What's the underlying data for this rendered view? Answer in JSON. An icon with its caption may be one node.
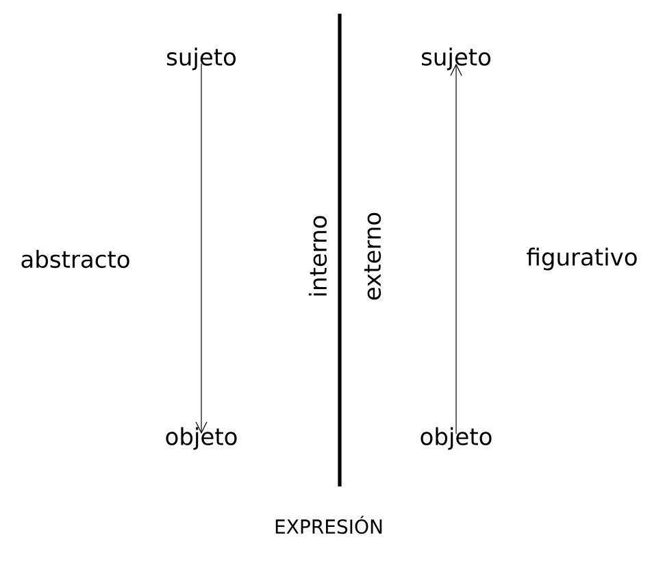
{
  "diagram": {
    "nodes": [
      {
        "text": [
          "sujeto"
        ]
      },
      {
        "text": [
          "objeto"
        ]
      },
      {
        "text": [
          "sujeto"
        ]
      },
      {
        "text": [
          "objeto"
        ]
      }
    ],
    "edges": [
      {
        "from": 0,
        "to": 1,
        "arrow": "to"
      },
      {
        "from": 3,
        "to": 2,
        "arrow": "to"
      }
    ],
    "labels": [
      "abstracto",
      "interno",
      "externo",
      "figurativo",
      "EXPRESIÓN"
    ]
  }
}
